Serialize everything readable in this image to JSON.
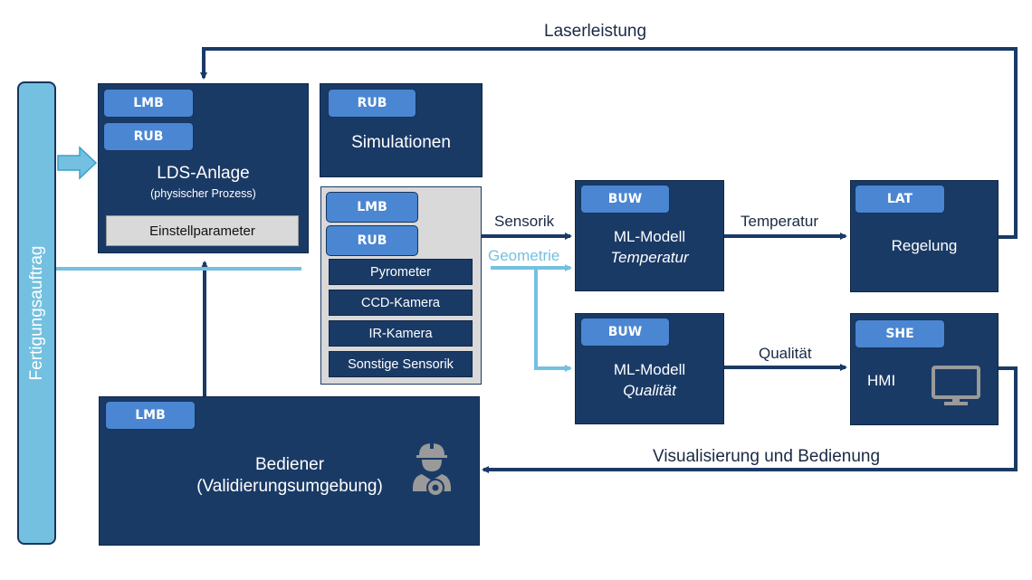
{
  "colors": {
    "box_dark": "#1a3a66",
    "tag_blue": "#4a86d2",
    "light_blue": "#74c0e0",
    "gray_panel": "#d9d9d9",
    "arrow_dark": "#1a3a66"
  },
  "fertigungsauftrag": {
    "label": "Fertigungsauftrag"
  },
  "lds_anlage": {
    "tags": [
      "LMB",
      "RUB"
    ],
    "title": "LDS-Anlage",
    "subtitle": "(physischer Prozess)",
    "parameter_label": "Einstellparameter"
  },
  "simulationen": {
    "tag": "RUB",
    "title": "Simulationen"
  },
  "sensorik_panel": {
    "tags": [
      "LMB",
      "RUB"
    ],
    "sensors": [
      "Pyrometer",
      "CCD-Kamera",
      "IR-Kamera",
      "Sonstige Sensorik"
    ]
  },
  "ml_temperatur": {
    "tag": "BUW",
    "title": "ML-Modell",
    "subtitle": "Temperatur"
  },
  "ml_qualitaet": {
    "tag": "BUW",
    "title": "ML-Modell",
    "subtitle": "Qualität"
  },
  "regelung": {
    "tag": "LAT",
    "title": "Regelung"
  },
  "hmi": {
    "tag": "SHE",
    "title": "HMI",
    "icon": "monitor-icon"
  },
  "bediener": {
    "tag": "LMB",
    "title": "Bediener",
    "subtitle": "(Validierungsumgebung)",
    "icon": "worker-gear-icon"
  },
  "flows": {
    "laserleistung": "Laserleistung",
    "sensorik": "Sensorik",
    "geometrie": "Geometrie",
    "temperatur": "Temperatur",
    "qualitaet": "Qualität",
    "visualisierung": "Visualisierung und Bedienung"
  }
}
